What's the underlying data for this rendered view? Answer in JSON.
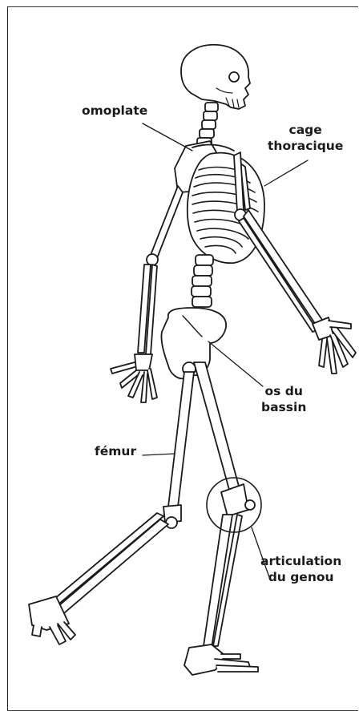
{
  "labels": {
    "omoplate": "omoplate",
    "cage_line1": "cage",
    "cage_line2": "thoracique",
    "bassin_line1": "os du",
    "bassin_line2": "bassin",
    "femur": "fémur",
    "genou_line1": "articulation",
    "genou_line2": "du genou"
  },
  "colors": {
    "stroke": "#1a1a1a",
    "fill": "#ffffff",
    "text": "#1a1a1a"
  }
}
